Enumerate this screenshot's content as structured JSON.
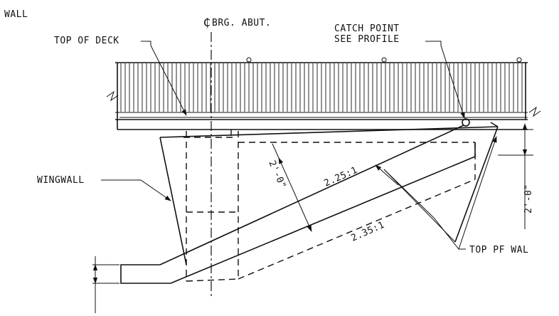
{
  "labels": {
    "wall_fragment": "WALL",
    "centerline": "BRG. ABUT.",
    "centerline_symbol": "₵",
    "top_of_deck": "TOP OF DECK",
    "catch_point_1": "CATCH POINT",
    "catch_point_2": "SEE PROFILE",
    "wingwall": "WINGWALL",
    "slope_upper": "2.25:1",
    "slope_lower": "2.35:1",
    "dim_diag": "2'-0\"",
    "dim_right": "2'-0\"",
    "top_of_wall": "TOP PF WAL"
  }
}
